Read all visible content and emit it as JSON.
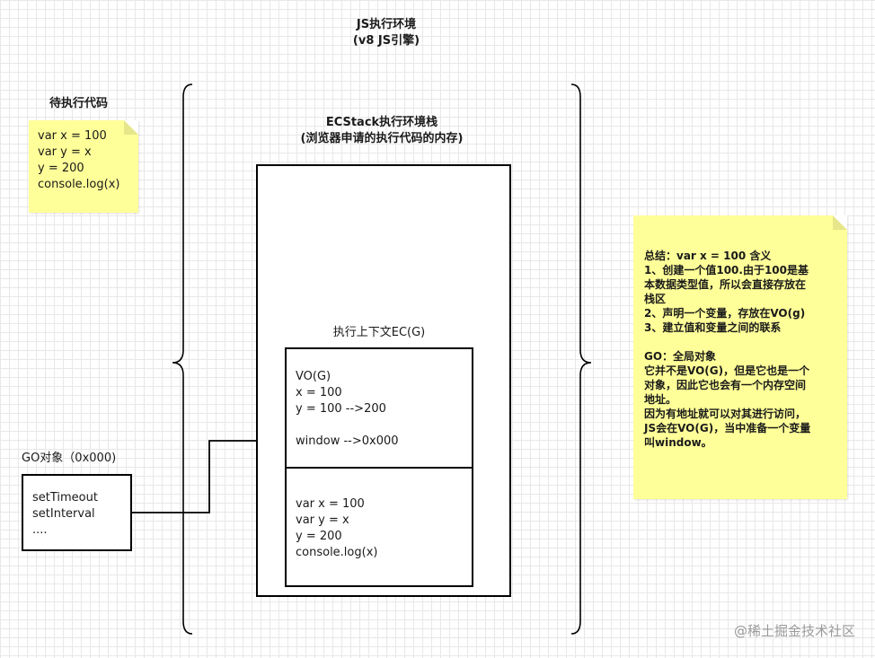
{
  "env": {
    "title": "JS执行环境",
    "subtitle": "(v8 JS引擎)"
  },
  "pending_code": {
    "title": "待执行代码",
    "lines": [
      "var x = 100",
      "var y = x",
      "y = 200",
      "console.log(x)"
    ]
  },
  "ecstack": {
    "title": "ECStack执行环境栈",
    "subtitle": "(浏览器申请的执行代码的内存)"
  },
  "ec": {
    "label": "执行上下文EC(G)",
    "vo_lines": [
      "VO(G)",
      "x = 100",
      "y = 100 -->200",
      "",
      "window -->0x000"
    ],
    "code_lines": [
      "var x = 100",
      "var y = x",
      "y = 200",
      "console.log(x)"
    ]
  },
  "go": {
    "label": "GO对象（0x000)",
    "lines": [
      "setTimeout",
      "setInterval",
      "...."
    ]
  },
  "summary": {
    "lines": [
      "总结：var x = 100 含义",
      "1、创建一个值100.由于100是基",
      "本数据类型值，所以会直接存放在",
      "栈区",
      "2、声明一个变量，存放在VO(g)",
      "3、建立值和变量之间的联系",
      "",
      "GO：全局对象",
      "它并不是VO(G)，但是它也是一个",
      "对象，因此它也会有一个内存空间",
      "地址。",
      "因为有地址就可以对其进行访问，",
      "JS会在VO(G)，当中准备一个变量",
      "叫window。"
    ]
  },
  "watermark": "@稀土掘金技术社区"
}
